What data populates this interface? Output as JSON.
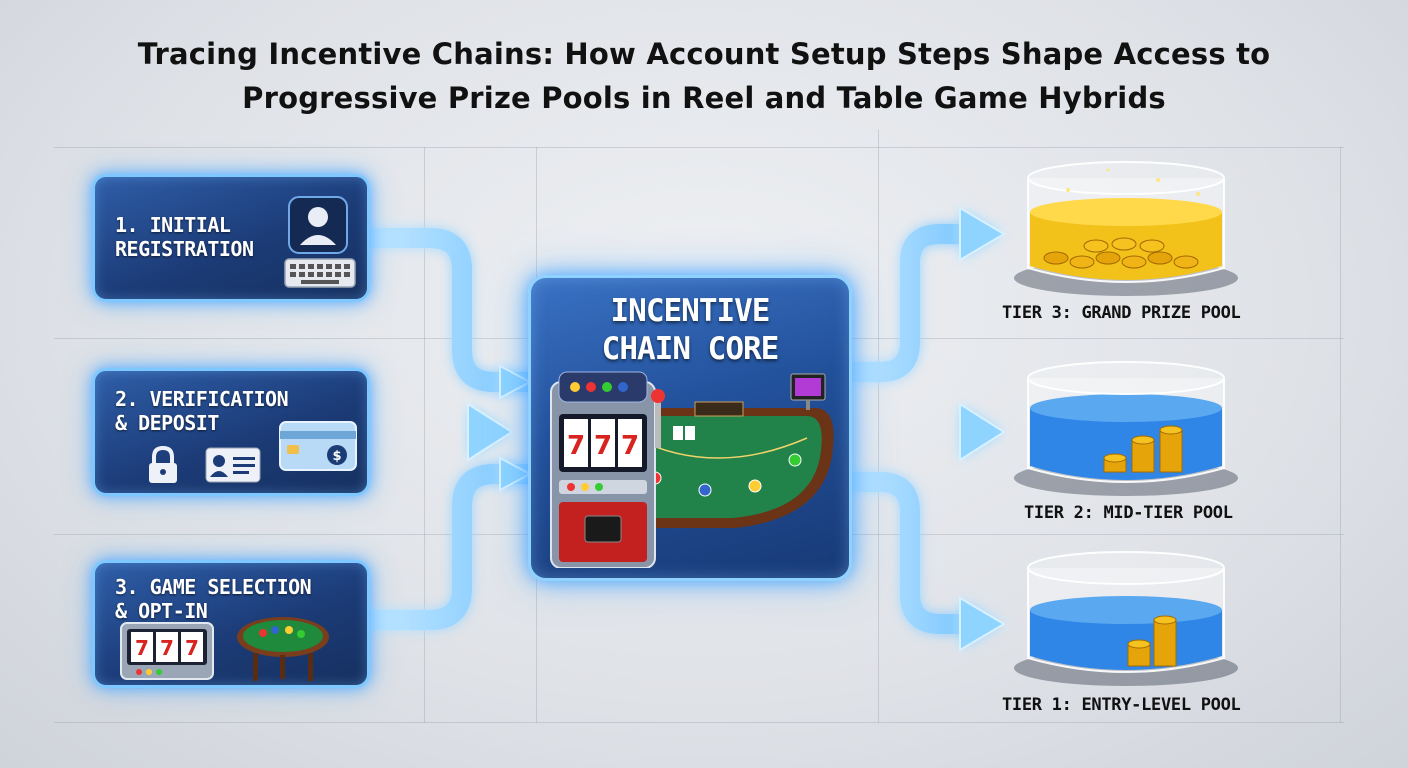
{
  "title": {
    "line1": "Tracing Incentive Chains: How Account Setup Steps Shape Access to",
    "line2": "Progressive Prize Pools in Reel and Table Game Hybrids"
  },
  "steps": [
    {
      "line1": "1. INITIAL",
      "line2": "REGISTRATION",
      "icons": [
        "user-avatar-icon",
        "keyboard-icon"
      ]
    },
    {
      "line1": "2. VERIFICATION",
      "line2": "& DEPOSIT",
      "icons": [
        "padlock-icon",
        "id-card-icon",
        "credit-card-icon"
      ]
    },
    {
      "line1": "3. GAME SELECTION",
      "line2": "& OPT-IN",
      "icons": [
        "slot-machine-icon",
        "poker-table-icon"
      ]
    }
  ],
  "core": {
    "line1": "INCENTIVE",
    "line2": "CHAIN CORE",
    "icons": [
      "slot-machine-icon",
      "blackjack-table-icon",
      "monitor-icon"
    ]
  },
  "pools": [
    {
      "label": "TIER 3: GRAND PRIZE POOL",
      "liquid": "gold",
      "icon": "gold-coins-icon"
    },
    {
      "label": "TIER 2: MID-TIER POOL",
      "liquid": "blue",
      "icon": "coin-stacks-icon"
    },
    {
      "label": "TIER 1: ENTRY-LEVEL POOL",
      "liquid": "blue",
      "icon": "coin-stack-icon"
    }
  ],
  "colors": {
    "box_fill": "#1c3c78",
    "box_glow": "#7fc8ff",
    "arrow": "#8fd4ff",
    "gold_liquid": "#f2c21b",
    "blue_liquid": "#2f86e6"
  }
}
